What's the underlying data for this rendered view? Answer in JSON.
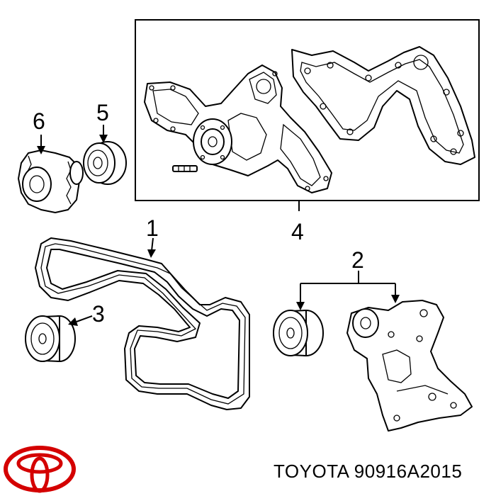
{
  "callouts": {
    "c1": "1",
    "c2": "2",
    "c3": "3",
    "c4": "4",
    "c5": "5",
    "c6": "6"
  },
  "caption": {
    "brand": "TOYOTA",
    "part_number": "90916A2015"
  },
  "icons": {
    "logo": "toyota-logo-icon"
  },
  "colors": {
    "logo": "#d40000",
    "ink": "#000000",
    "background": "#ffffff"
  }
}
